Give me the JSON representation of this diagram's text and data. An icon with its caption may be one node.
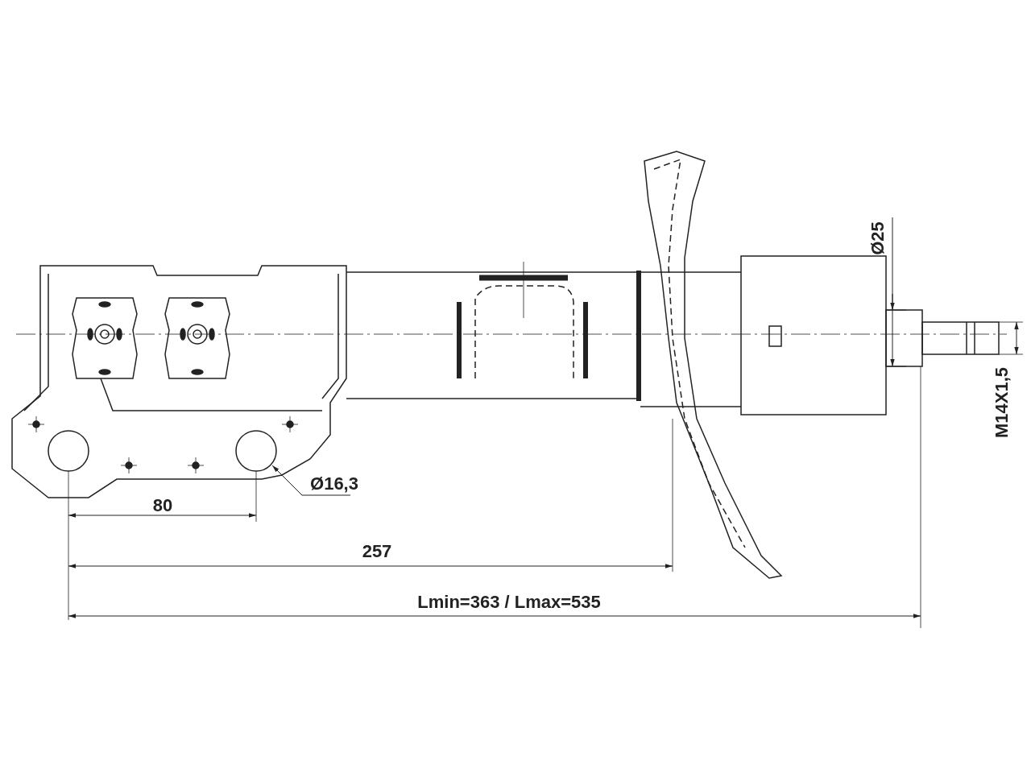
{
  "diagram": {
    "labels": [
      "Ø25",
      "M14X1,5",
      "Ø16,3",
      "80",
      "257",
      "Lmin=363 / Lmax=535"
    ]
  }
}
